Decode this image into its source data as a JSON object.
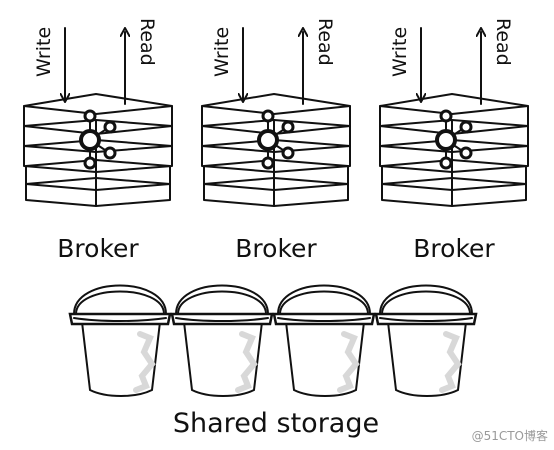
{
  "brokers": [
    {
      "label": "Broker",
      "write_label": "Write",
      "read_label": "Read",
      "icon": "kafka-logo-icon"
    },
    {
      "label": "Broker",
      "write_label": "Write",
      "read_label": "Read",
      "icon": "kafka-logo-icon"
    },
    {
      "label": "Broker",
      "write_label": "Write",
      "read_label": "Read",
      "icon": "kafka-logo-icon"
    }
  ],
  "storage": {
    "label": "Shared storage",
    "bucket_count": 4,
    "icon": "bucket-icon"
  },
  "watermark": "@51CTO博客",
  "colors": {
    "ink": "#111111",
    "background": "#ffffff",
    "shade": "#d8d8d8",
    "watermark": "#9a9a9a"
  }
}
